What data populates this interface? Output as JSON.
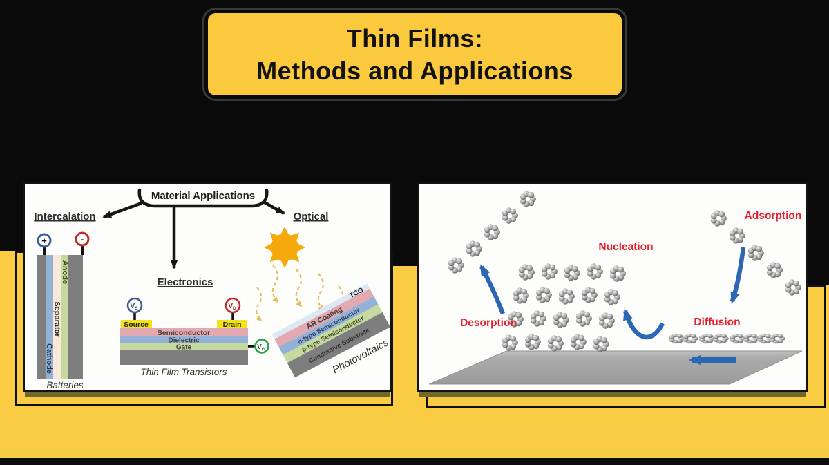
{
  "title": {
    "line1": "Thin Films:",
    "line2": "Methods and Applications"
  },
  "colors": {
    "background_black": "#0A0A0A",
    "board_yellow": "#FACC43",
    "title_yellow": "#FAC93E",
    "shadow_olive": "#6E682D",
    "label_red": "#E7202B",
    "arrow_blue": "#2B67B2",
    "arrow_black": "#161616",
    "sun_orange": "#F5A90B",
    "ray_tan": "#E4BE5F",
    "contact_yellow": "#F2E218",
    "semiconductor_pink": "#E2A9B0",
    "dielectric_blue": "#92B2D8",
    "gate_green": "#C6D9A0",
    "substrate_gray": "#7E7E7E",
    "separator_cream": "#FAE8D8",
    "tco_pale_blue": "#DCE9F5",
    "surface_gray": "#A8A8A8",
    "terminal_plus_blue": "#3A5F93",
    "terminal_minus_red": "#C42A28",
    "vg_green": "#27A348"
  },
  "applications_panel": {
    "root_label": "Material Applications",
    "branch_intercalation": "Intercalation",
    "branch_electronics": "Electronics",
    "branch_optical": "Optical",
    "battery": {
      "plus": "+",
      "minus": "-",
      "anode": "Anode",
      "separator": "Separator",
      "cathode": "Cathode",
      "caption": "Batteries"
    },
    "tft": {
      "source": "Source",
      "drain": "Drain",
      "semiconductor": "Semiconductor",
      "dielectric": "Dielectric",
      "gate": "Gate",
      "vs": {
        "v": "V",
        "sub": "S"
      },
      "vd": {
        "v": "V",
        "sub": "D"
      },
      "vg": {
        "v": "V",
        "sub": "G"
      },
      "caption": "Thin Film Transistors"
    },
    "pv": {
      "tco": "TCO",
      "ar": "AR Coating",
      "n": "n-type Semiconductor",
      "p": "p-type Semiconductor",
      "substrate": "Conductive Substrate",
      "caption": "Photovoltaics"
    }
  },
  "growth_panel": {
    "adsorption": "Adsorption",
    "nucleation": "Nucleation",
    "desorption": "Desorption",
    "diffusion": "Diffusion"
  }
}
